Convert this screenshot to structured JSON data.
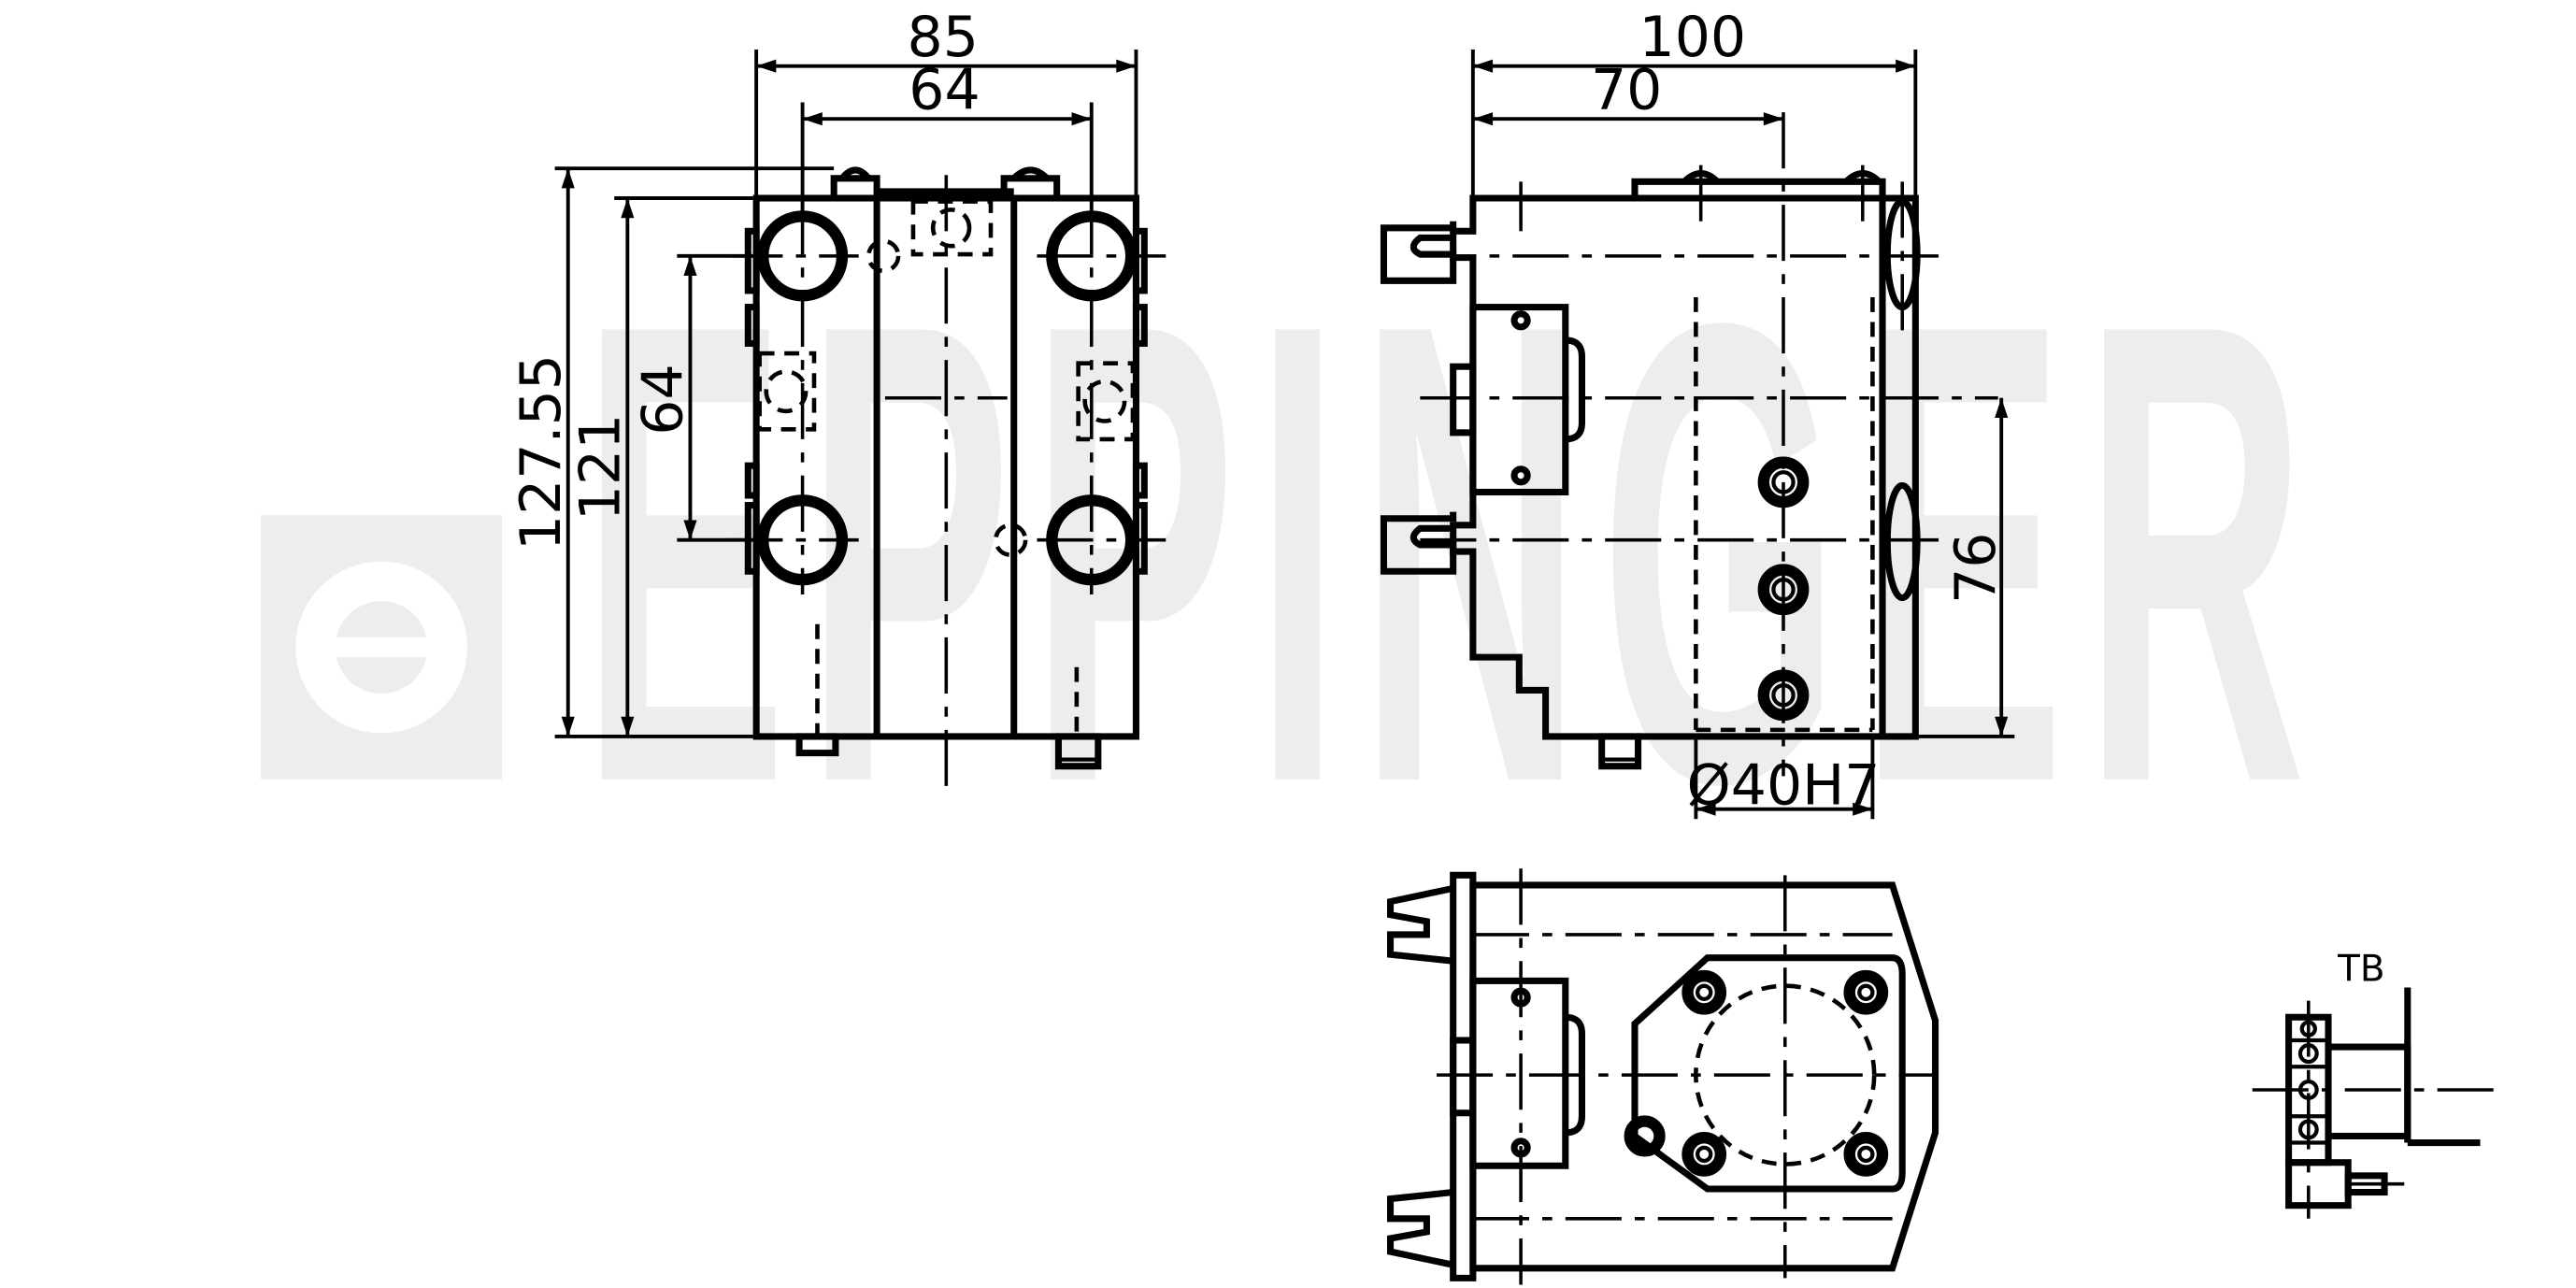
{
  "watermark": {
    "text": "EPPINGER"
  },
  "front_view": {
    "dim_overall_width": "85",
    "dim_bolt_width": "64",
    "dim_overall_height": "127.55",
    "dim_body_height": "121",
    "dim_bolt_height": "64"
  },
  "side_view": {
    "dim_overall_length": "100",
    "dim_center_offset": "70",
    "dim_center_height": "76",
    "dim_bore": "Ø40H7"
  },
  "symbol": {
    "label": "TB"
  }
}
